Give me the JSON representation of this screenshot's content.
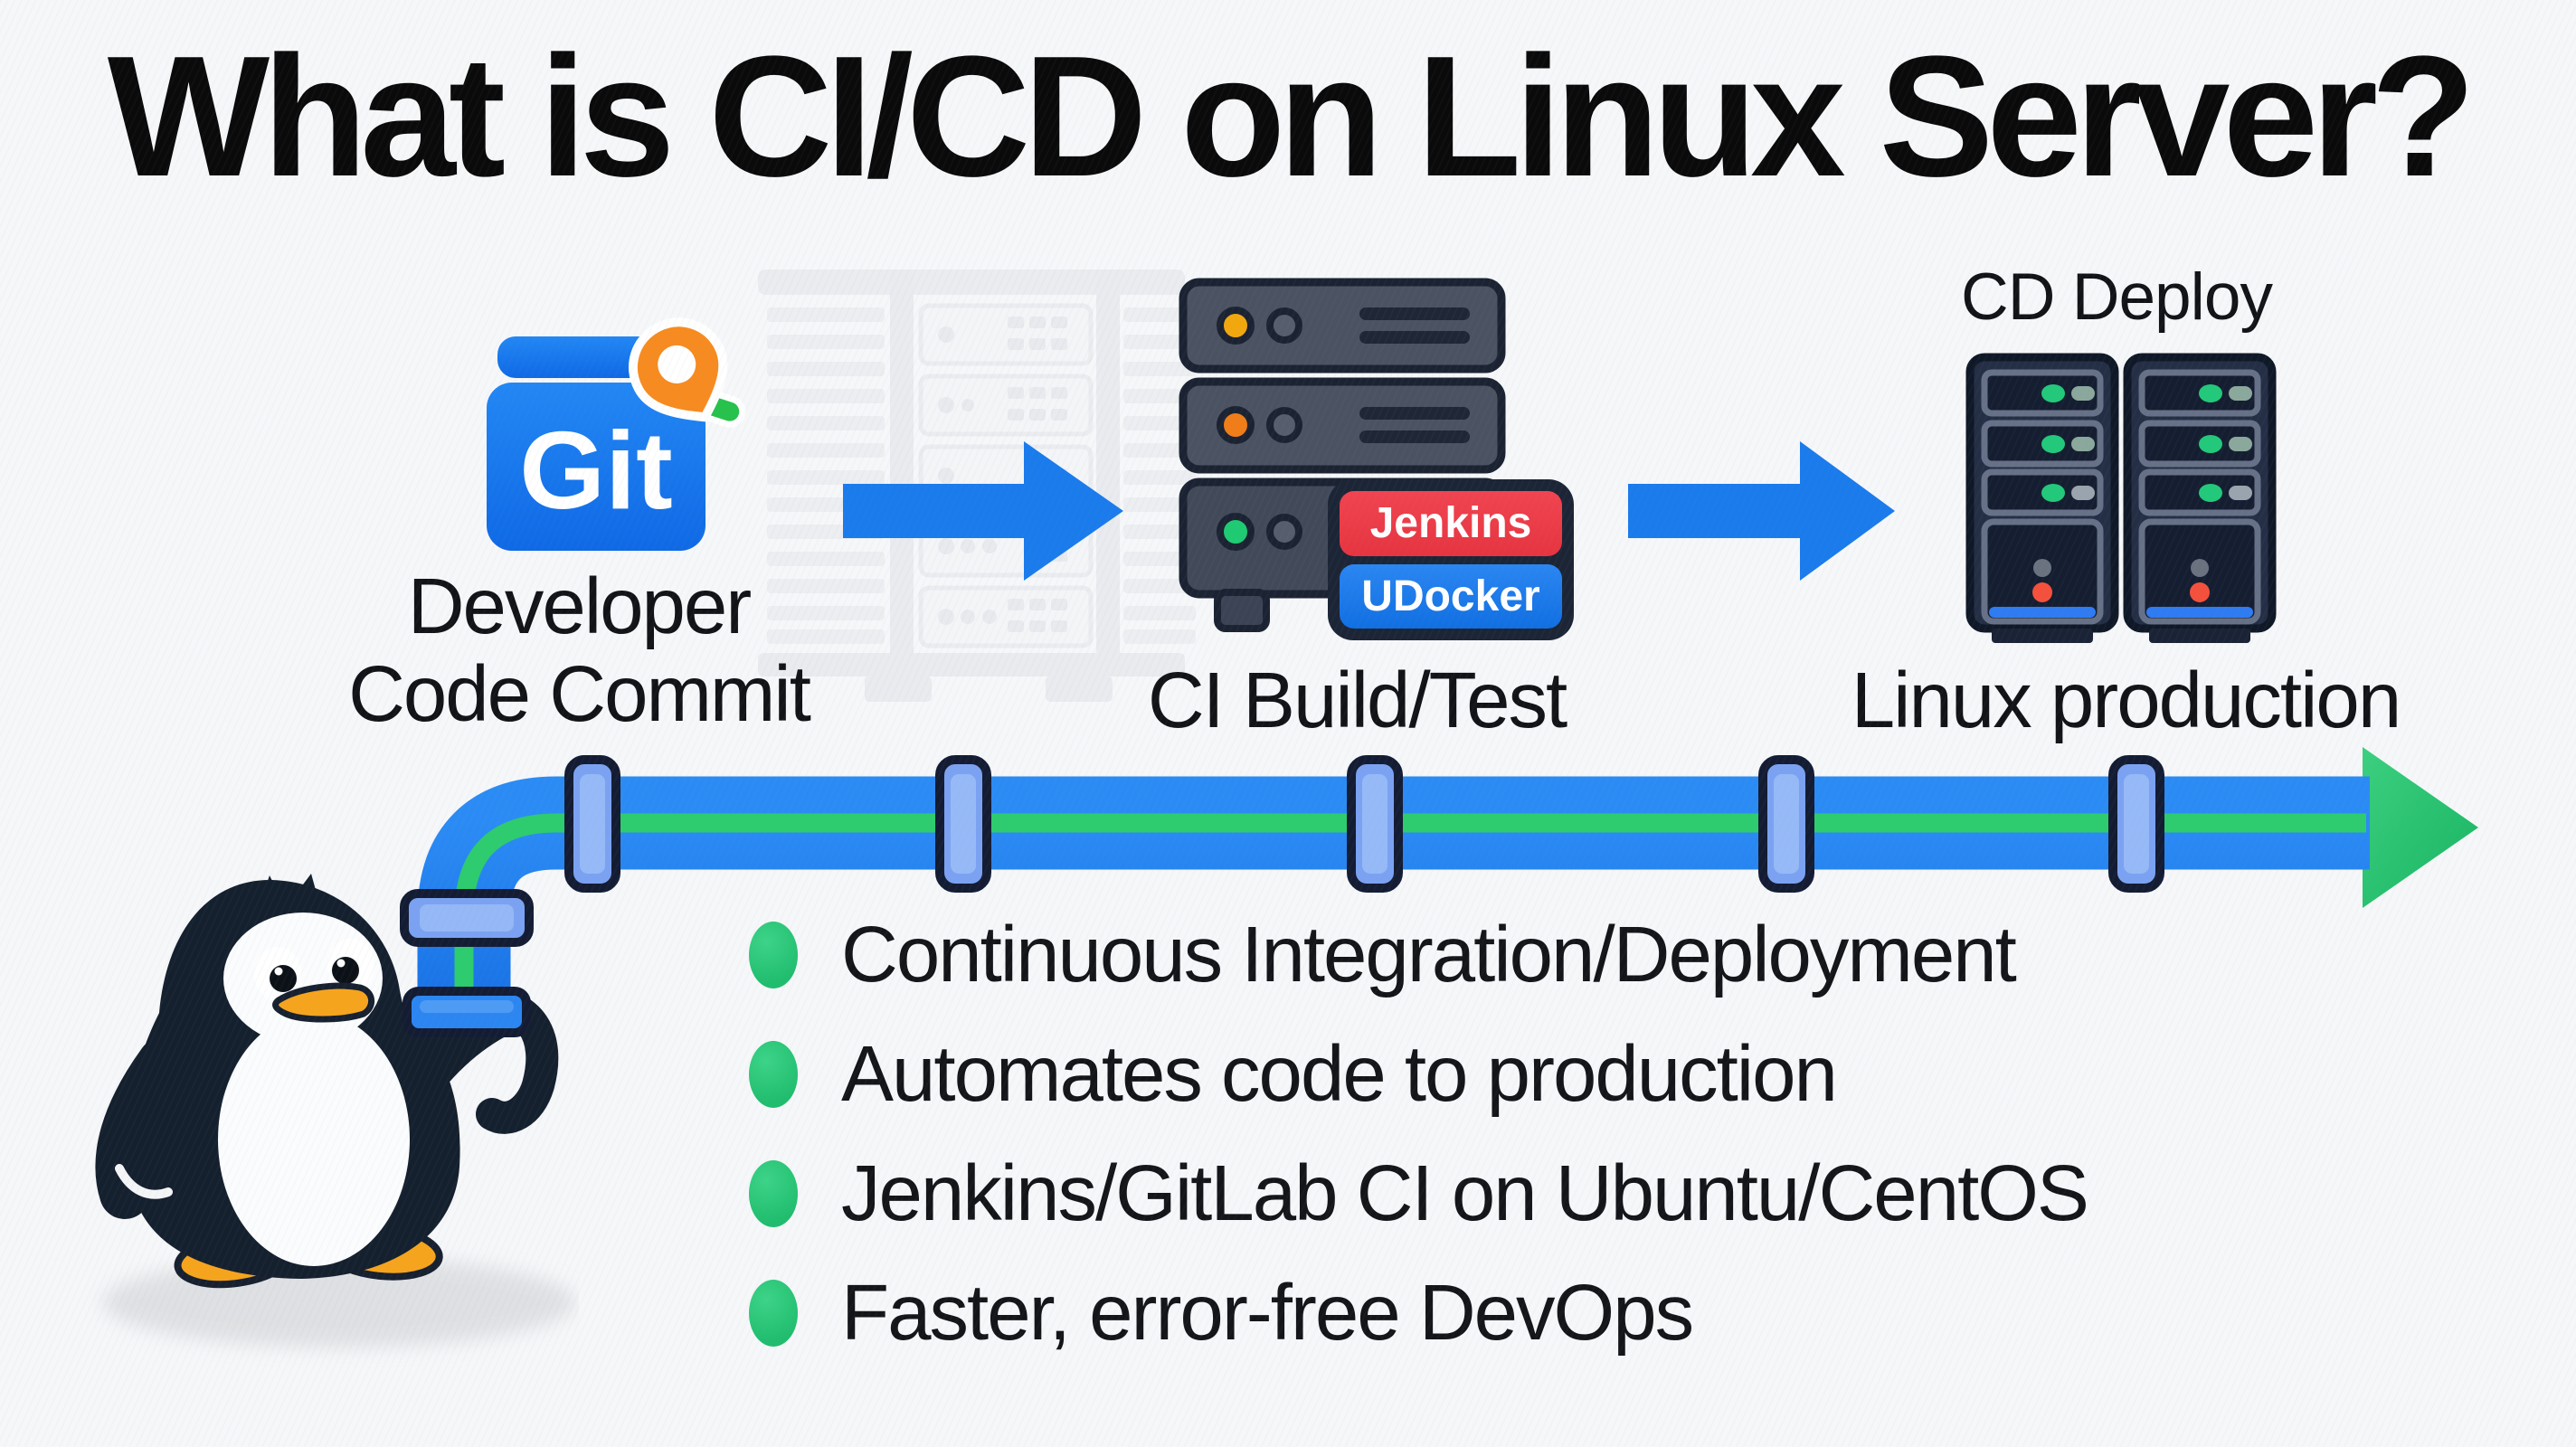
{
  "title": "What is CI/CD on Linux Server?",
  "flow": {
    "source": {
      "icon_label": "Git",
      "caption_line1": "Developer",
      "caption_line2": "Code Commit"
    },
    "ci": {
      "caption": "CI Build/Test",
      "badges": [
        {
          "label": "Jenkins"
        },
        {
          "label": "UDocker"
        }
      ]
    },
    "cd": {
      "heading": "CD Deploy",
      "caption": "Linux production"
    }
  },
  "bullets": [
    {
      "text": "Continuous Integration/Deployment"
    },
    {
      "text": "Automates code to production"
    },
    {
      "text": "Jenkins/GitLab CI on Ubuntu/CentOS"
    },
    {
      "text": "Faster, error-free DevOps"
    }
  ],
  "colors": {
    "background": "#f6f7f9",
    "title_text": "#0a0a0b",
    "pipe_blue": "#1f7ef0",
    "pipe_stripe_green": "#2dcc6e",
    "pipe_ring_fill": "#7ba2f2",
    "pipe_ring_outline": "#131c33",
    "arrowhead_green": "#2bc874",
    "flow_arrow_blue": "#1a7bec",
    "git_blue": "#1b7df2",
    "pin_orange": "#f78b1f",
    "leaf_green": "#26c24b",
    "jenkins_red": "#ee3a46",
    "udocker_blue": "#1577ea",
    "server_body": "#4b5363",
    "server_outline": "#1b2333",
    "led_yellow": "#f2a80d",
    "led_orange": "#f07d18",
    "led_green": "#1ecb72",
    "tower_body": "#242e45",
    "tower_stripe_blue": "#2e7bf2",
    "status_red": "#f4503c",
    "bullet_green": "#27c878",
    "penguin_dark": "#15202e",
    "penguin_orange": "#f6a41c"
  }
}
